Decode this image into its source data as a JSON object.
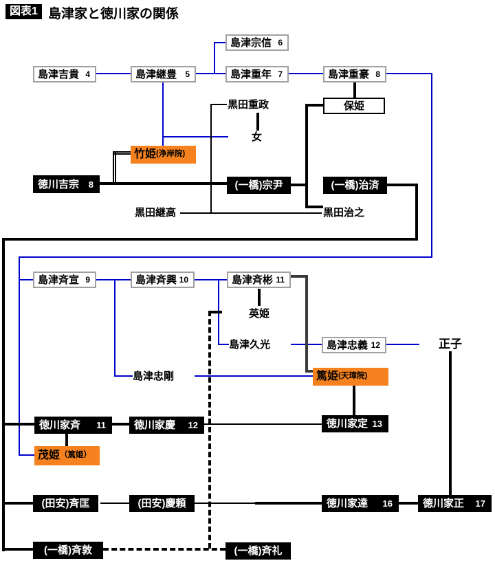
{
  "title": {
    "tag": "図表1",
    "text": "島津家と徳川家の関係"
  },
  "colors": {
    "shimazu_line": "#0000cc",
    "tokugawa_line": "#000000",
    "highlight_box": "#f5821e",
    "adoption_line_gray": "#3a3a3a"
  },
  "nodes": {
    "shimazu_yoshitaka": {
      "label": "島津吉貴",
      "gen": "4"
    },
    "shimazu_tsugutoyo": {
      "label": "島津継豊",
      "gen": "5"
    },
    "shimazu_munenobu": {
      "label": "島津宗信",
      "gen": "6"
    },
    "shimazu_shigetoshi": {
      "label": "島津重年",
      "gen": "7"
    },
    "shimazu_shigehide": {
      "label": "島津重豪",
      "gen": "8"
    },
    "shimazu_narinobu": {
      "label": "島津斉宣",
      "gen": "9"
    },
    "shimazu_narioki": {
      "label": "島津斉興",
      "gen": "10"
    },
    "shimazu_nariakira": {
      "label": "島津斉彬",
      "gen": "11"
    },
    "shimazu_tadayoshi": {
      "label": "島津忠義",
      "gen": "12"
    },
    "yasuhime": {
      "label": "保姫"
    },
    "takehime": {
      "label": "竹姫",
      "note": "(浄岸院)"
    },
    "atsuhime": {
      "label": "篤姫",
      "note": "(天璋院)"
    },
    "shigehime": {
      "label": "茂姫",
      "note": "（篤姫）"
    },
    "tokugawa_yoshimune": {
      "label": "徳川吉宗",
      "gen": "8"
    },
    "hitotsubashi_munetada": {
      "label": "(一橋)宗尹"
    },
    "hitotsubashi_harusada": {
      "label": "(一橋)治済"
    },
    "tokugawa_ienari": {
      "label": "徳川家斉",
      "gen": "11"
    },
    "tokugawa_ieyoshi": {
      "label": "徳川家慶",
      "gen": "12"
    },
    "tokugawa_iesada": {
      "label": "徳川家定",
      "gen": "13"
    },
    "tayasu_narimasa": {
      "label": "(田安)斉匡"
    },
    "tayasu_yoshiyori": {
      "label": "(田安)慶頼"
    },
    "tokugawa_iesato": {
      "label": "徳川家達",
      "gen": "16"
    },
    "tokugawa_iemasa": {
      "label": "徳川家正",
      "gen": "17"
    },
    "hitotsubashi_naritaka": {
      "label": "(一橋)斉敦"
    },
    "hitotsubashi_narinori": {
      "label": "(一橋)斉礼"
    },
    "kuroda_shigemasa": {
      "label": "黒田重政"
    },
    "kuroda_tsugutaka": {
      "label": "黒田継高"
    },
    "kuroda_haruyuki": {
      "label": "黒田治之"
    },
    "musume": {
      "label": "女"
    },
    "hidehime": {
      "label": "英姫"
    },
    "shimazu_hisamitsu": {
      "label": "島津久光"
    },
    "shimazu_tadatake": {
      "label": "島津忠剛"
    },
    "masako": {
      "label": "正子"
    }
  }
}
